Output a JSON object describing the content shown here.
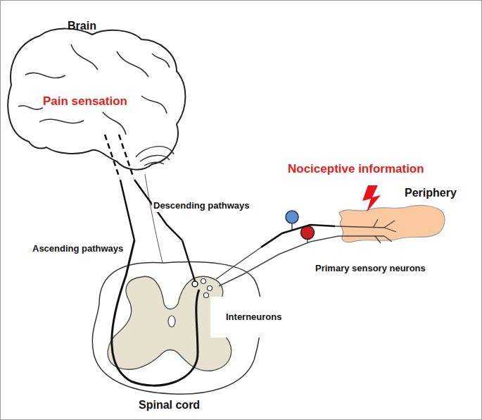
{
  "diagram": {
    "nodes": [
      {
        "text": [
          "Brain",
          "Pain sensation"
        ]
      },
      {
        "text": [
          "Periphery"
        ]
      },
      {
        "text": [
          "Spinal cord"
        ]
      }
    ],
    "edges": [
      {
        "from": 2,
        "to": 0,
        "arrow": "none",
        "label": "Ascending pathways"
      },
      {
        "from": 0,
        "to": 2,
        "arrow": "none",
        "label": "Descending pathways"
      },
      {
        "from": 1,
        "to": 2,
        "arrow": "none",
        "label": "Primary sensory neurons"
      }
    ],
    "labels": [
      "Nociceptive information",
      "Interneurons"
    ]
  }
}
